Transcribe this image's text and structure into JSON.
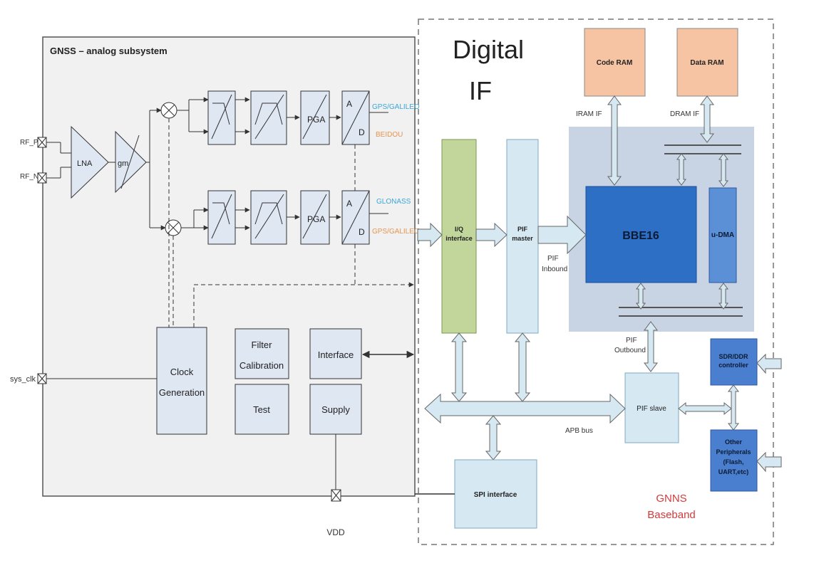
{
  "analog": {
    "title": "GNSS – analog subsystem",
    "pins": {
      "rf_p": "RF_P",
      "rf_n": "RF_N",
      "sys_clk": "sys_clk",
      "vdd": "VDD"
    },
    "lna": "LNA",
    "gm": "gm",
    "pga_top": "PGA",
    "pga_bottom": "PGA",
    "adc_a_top": "A",
    "adc_d_top": "D",
    "adc_a_bottom": "A",
    "adc_d_bottom": "D",
    "out_top_1": "GPS/GALILEO",
    "out_top_2": "BEIDOU",
    "out_bottom_1": "GLONASS",
    "out_bottom_2": "GPS/GALILEO",
    "clock_line1": "Clock",
    "clock_line2": "Generation",
    "filter_line1": "Filter",
    "filter_line2": "Calibration",
    "test": "Test",
    "interface": "Interface",
    "supply": "Supply"
  },
  "digital": {
    "title_line1": "Digital",
    "title_line2": "IF",
    "code_ram": "Code RAM",
    "data_ram": "Data RAM",
    "iram_if": "IRAM IF",
    "dram_if": "DRAM IF",
    "iq_line1": "I/Q",
    "iq_line2": "interface",
    "pif_master_line1": "PIF",
    "pif_master_line2": "master",
    "pif_inbound_line1": "PIF",
    "pif_inbound_line2": "Inbound",
    "bbe16": "BBE16",
    "udma": "u-DMA",
    "pif_outbound_line1": "PIF",
    "pif_outbound_line2": "Outbound",
    "pif_slave": "PIF slave",
    "sdr_line1": "SDR/DDR",
    "sdr_line2": "controller",
    "other_line1": "Other",
    "other_line2": "Peripherals",
    "other_line3": "(Flash,",
    "other_line4": "UART,etc)",
    "apb_bus": "APB bus",
    "spi": "SPI interface",
    "baseband_line1": "GNNS",
    "baseband_line2": "Baseband"
  },
  "colors": {
    "analog_bg": "#f1f1f1",
    "block_fill": "#dfe7f3",
    "ram_fill": "#f6c4a2",
    "iq_fill": "#c2d69b",
    "light_blue_fill": "#d6e9f2",
    "bbe_region": "#c8d3e3",
    "bbe16": "#2e6fc6",
    "udma": "#5b8fd6",
    "periph_fill": "#4a7fcf",
    "gps_blue": "#3aa6d8",
    "beidou_orange": "#e69550",
    "red_label": "#d33b3b"
  }
}
